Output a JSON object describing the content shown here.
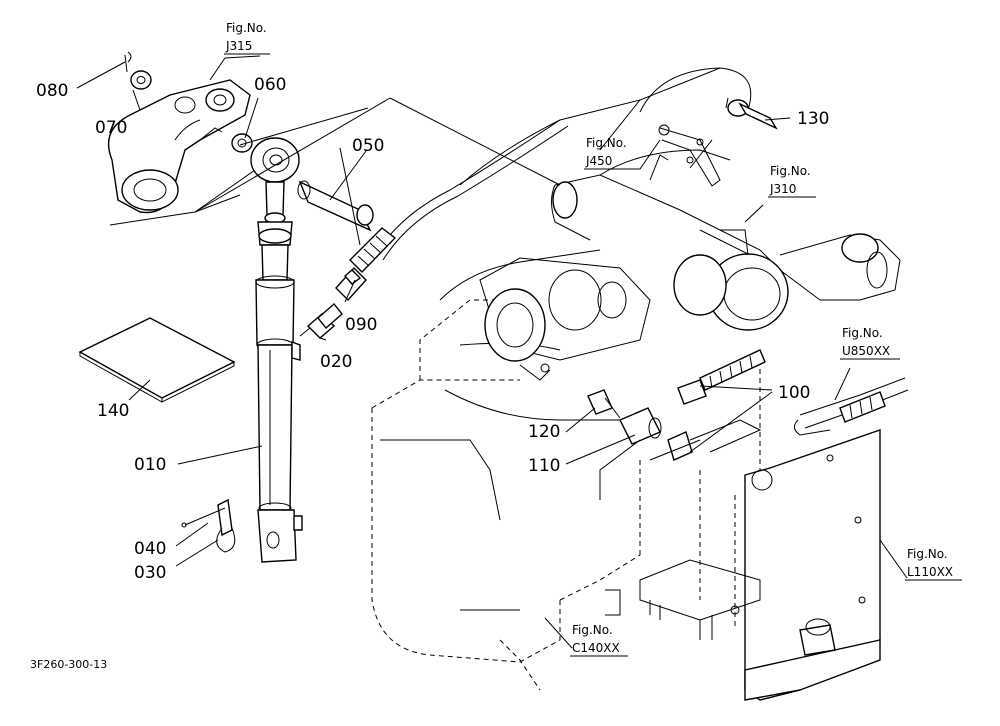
{
  "parts": {
    "p010": "010",
    "p020": "020",
    "p030": "030",
    "p040": "040",
    "p050": "050",
    "p060": "060",
    "p070": "070",
    "p080": "080",
    "p090": "090",
    "p100": "100",
    "p110": "110",
    "p120": "120",
    "p130": "130",
    "p140": "140"
  },
  "fig_refs": {
    "j315": {
      "caption": "Fig.No.",
      "code": "J315"
    },
    "j450": {
      "caption": "Fig.No.",
      "code": "J450"
    },
    "j310": {
      "caption": "Fig.No.",
      "code": "J310"
    },
    "u850": {
      "caption": "Fig.No.",
      "code": "U850XX"
    },
    "l110": {
      "caption": "Fig.No.",
      "code": "L110XX"
    },
    "c140": {
      "caption": "Fig.No.",
      "code": "C140XX"
    }
  },
  "drawing_code": "3F260-300-13"
}
